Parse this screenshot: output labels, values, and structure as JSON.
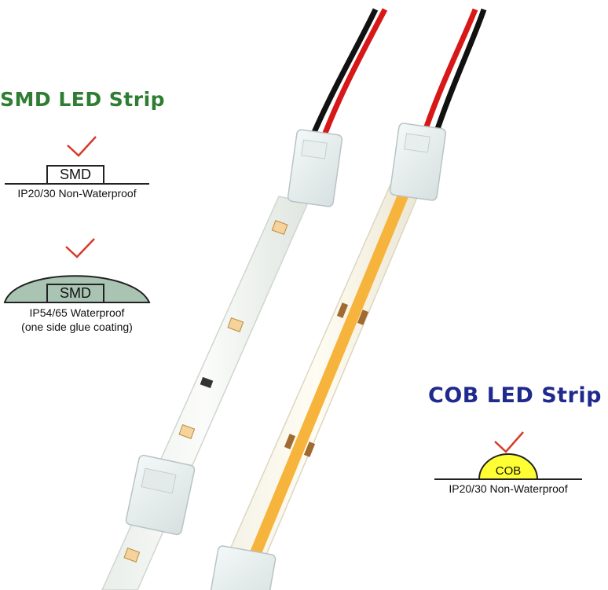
{
  "smd": {
    "title": "SMD LED Strip",
    "title_color": "#2e7d32",
    "option1": {
      "chip_label": "SMD",
      "caption": "IP20/30 Non-Waterproof"
    },
    "option2": {
      "chip_label": "SMD",
      "caption_line1": "IP54/65 Waterproof",
      "caption_line2": "(one side glue coating)",
      "coating_color": "#a9c4b3"
    }
  },
  "cob": {
    "title": "COB LED Strip",
    "title_color": "#1f2a8c",
    "option1": {
      "chip_label": "COB",
      "caption": "IP20/30 Non-Waterproof",
      "chip_color": "#ffff33"
    }
  },
  "colors": {
    "check_mark": "#d63a2a",
    "wire_red": "#d81818",
    "wire_black": "#111111",
    "cob_emitter": "#f7b43c"
  },
  "icons": [
    "check-icon",
    "smd-chip-icon",
    "cob-dome-icon",
    "connector-icon",
    "wire-icon"
  ]
}
